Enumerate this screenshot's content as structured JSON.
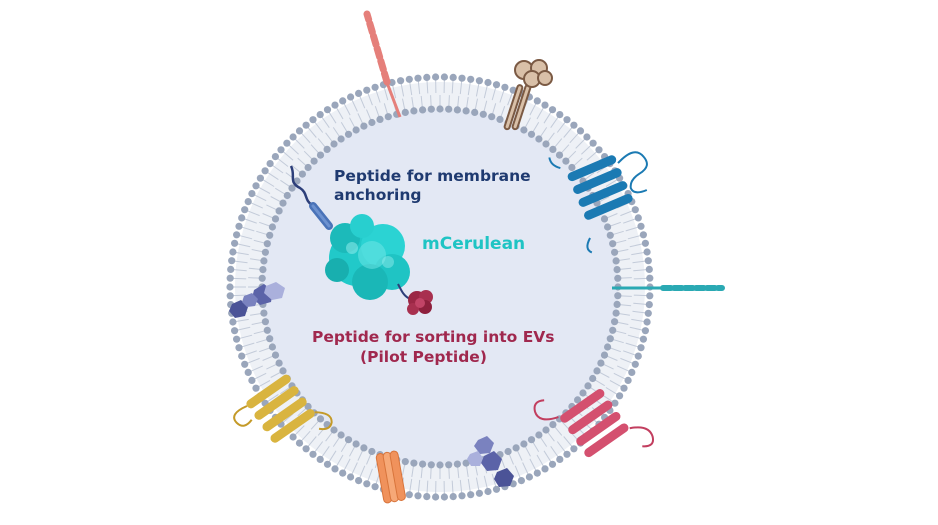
{
  "labels": {
    "membrane_anchor": [
      "Peptide for membrane",
      "anchoring"
    ],
    "fluorescent_protein": "mCerulean",
    "sorting_peptide": [
      "Peptide for sorting into EVs",
      "(Pilot Peptide)"
    ]
  },
  "colors": {
    "membrane_anchor_text": "#1f3a70",
    "fluorescent_protein_text": "#1fc4c4",
    "sorting_peptide_text": "#a0284e",
    "vesicle_lumen": "#e3e8f4",
    "lipid_head": "#9aa6bb",
    "lipid_tail": "#c3cbd9",
    "membrane_bg": "#eef1f6"
  },
  "icons": [
    "vesicle-membrane",
    "mcerulean-protein",
    "pilot-peptide",
    "membrane-anchor-peptide",
    "transmembrane-protein",
    "surface-receptor",
    "glycan"
  ]
}
